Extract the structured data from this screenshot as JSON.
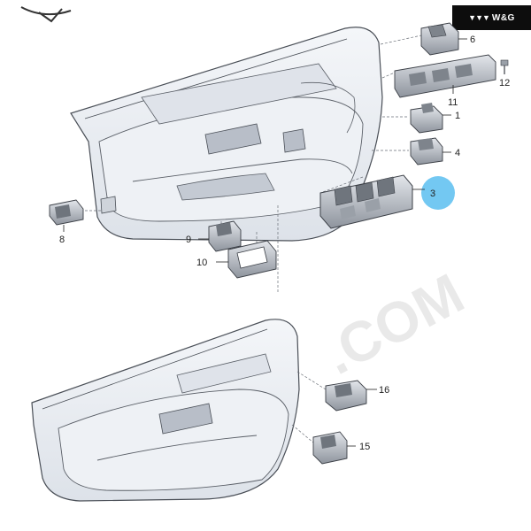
{
  "brand": {
    "mark": "▼▼▼",
    "label": "W&G"
  },
  "watermark": {
    "text": ".COM"
  },
  "callouts": {
    "c1": "1",
    "c3": "3",
    "c4": "4",
    "c6": "6",
    "c8": "8",
    "c9": "9",
    "c10": "10",
    "c11": "11",
    "c12": "12",
    "c15": "15",
    "c16": "16"
  },
  "colors": {
    "highlight": "#5bbef0",
    "part": "#c9ced6",
    "door": "#e6eaf0"
  }
}
